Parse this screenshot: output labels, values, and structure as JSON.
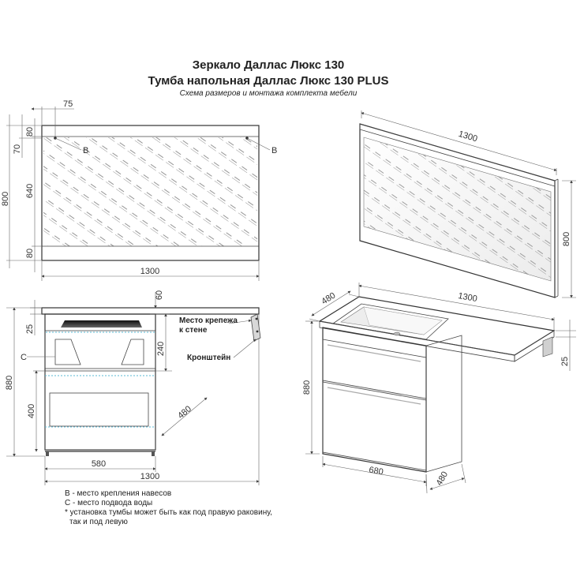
{
  "title_line1": "Зеркало Даллас Люкс 130",
  "title_line2": "Тумба напольная Даллас Люкс 130 PLUS",
  "subtitle": "Схема размеров и монтажа комплекта мебели",
  "mirror_front": {
    "dim_top": "75",
    "dim_left_80_top": "80",
    "dim_left_70": "70",
    "dim_left_640": "640",
    "dim_left_80_bottom": "80",
    "dim_overall_height": "800",
    "dim_width": "1300",
    "marker_left": "B",
    "marker_right": "B"
  },
  "cabinet_front": {
    "dim_60": "60",
    "dim_25": "25",
    "dim_240": "240",
    "dim_880": "880",
    "dim_400": "400",
    "dim_480": "480",
    "dim_580": "580",
    "dim_1300": "1300",
    "marker_c": "C",
    "label_mount_line1": "Место крепежа",
    "label_mount_line2": "к стене",
    "label_bracket": "Кронштейн"
  },
  "mirror_iso": {
    "dim_width": "1300",
    "dim_height": "800"
  },
  "cabinet_iso": {
    "dim_depth_top": "480",
    "dim_width": "1300",
    "dim_25": "25",
    "dim_height": "880",
    "dim_width_bottom": "680",
    "dim_depth_bottom": "480"
  },
  "notes": {
    "line1": "В - место крепления навесов",
    "line2": "С - место подвода воды",
    "line3": "* установка тумбы может быть как под правую раковину,",
    "line4": "так и под левую"
  }
}
